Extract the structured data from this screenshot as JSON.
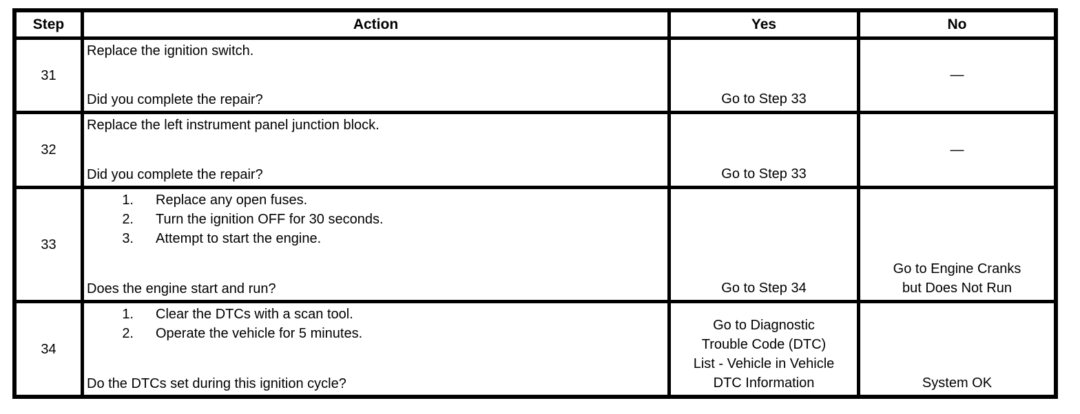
{
  "colors": {
    "border": "#000000",
    "background": "#ffffff",
    "text": "#000000"
  },
  "table": {
    "headers": {
      "step": "Step",
      "action": "Action",
      "yes": "Yes",
      "no": "No"
    },
    "rows": [
      {
        "step": "31",
        "statement": "Replace the ignition switch.",
        "question": "Did you complete the repair?",
        "yes": "Go to Step 33",
        "no": "—"
      },
      {
        "step": "32",
        "statement": "Replace the left instrument panel junction block.",
        "question": "Did you complete the repair?",
        "yes": "Go to Step 33",
        "no": "—"
      },
      {
        "step": "33",
        "action_list": [
          {
            "n": "1.",
            "text": "Replace any open fuses."
          },
          {
            "n": "2.",
            "text": "Turn the ignition OFF for 30 seconds."
          },
          {
            "n": "3.",
            "text": "Attempt to start the engine."
          }
        ],
        "question": "Does the engine start and run?",
        "yes": "Go to Step 34",
        "no": "Go to Engine Cranks\nbut Does Not Run"
      },
      {
        "step": "34",
        "action_list": [
          {
            "n": "1.",
            "text": "Clear the DTCs with a scan tool."
          },
          {
            "n": "2.",
            "text": "Operate the vehicle for 5 minutes."
          }
        ],
        "question": "Do the DTCs set during this ignition cycle?",
        "yes": "Go to Diagnostic\nTrouble Code (DTC)\nList - Vehicle in Vehicle\nDTC Information",
        "no": "System OK"
      }
    ]
  }
}
